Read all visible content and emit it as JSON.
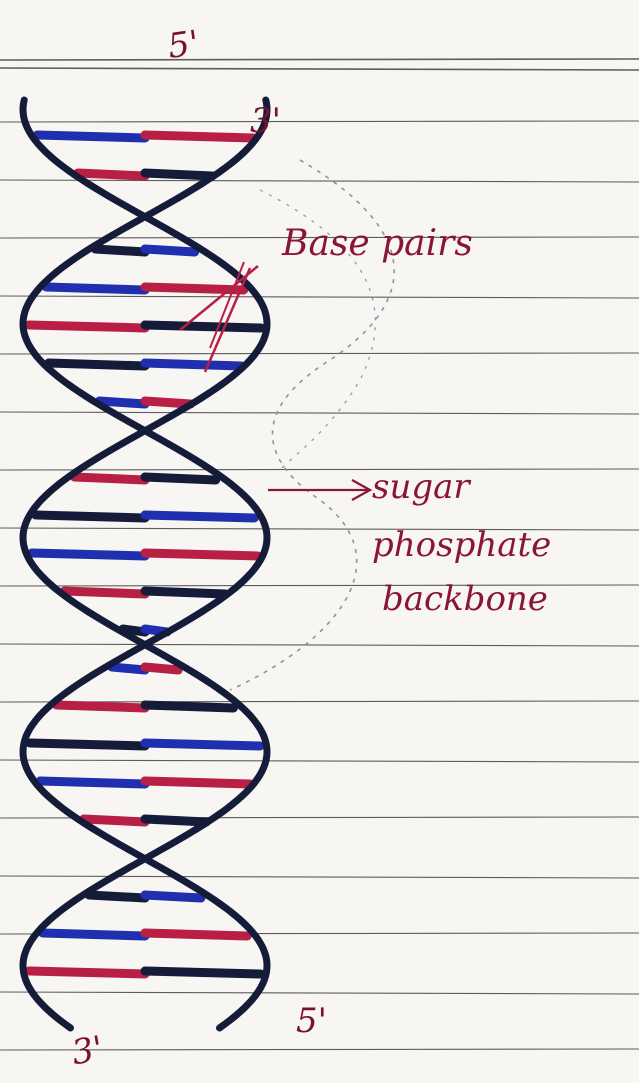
{
  "labels": {
    "top_left_end": "5'",
    "top_right_end": "3'",
    "bottom_left_end": "3'",
    "bottom_right_end": "5'",
    "base_pairs": "Base pairs",
    "backbone_line1": "sugar",
    "backbone_line2": "phosphate",
    "backbone_line3": "backbone"
  },
  "colors": {
    "paper": "#f7f6f3",
    "ruled_line": "#2b2b2b",
    "backbone": "#141c3a",
    "base_blue": "#1f2fb0",
    "base_red": "#b81f45",
    "base_dark": "#141c3a",
    "annotation_ink": "#8a1538",
    "pencil": "#8d93a6"
  },
  "structure": {
    "strands": [
      "5' to 3'",
      "3' to 5'"
    ],
    "base_pair_colors": [
      "blue",
      "red",
      "dark"
    ]
  }
}
